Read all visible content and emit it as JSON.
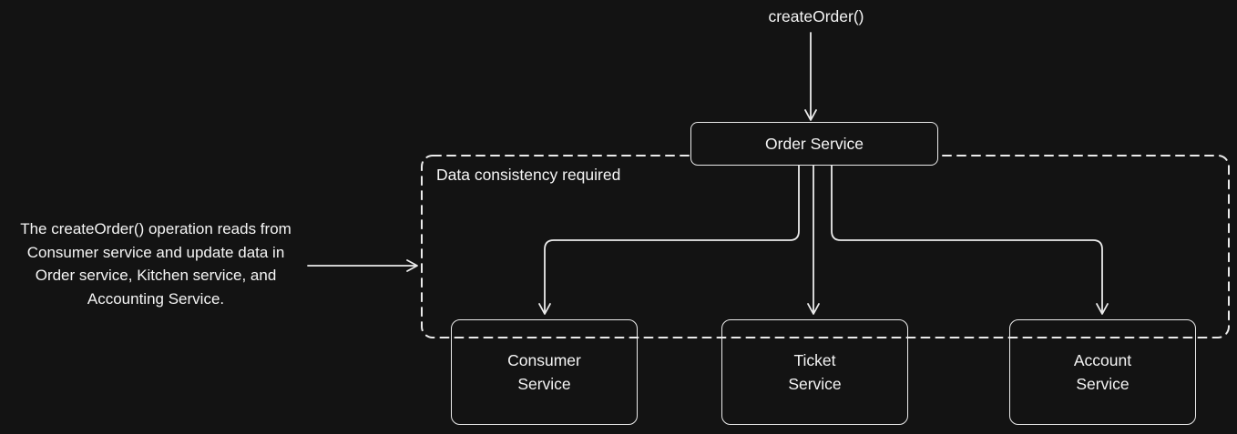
{
  "colors": {
    "background": "#131313",
    "stroke": "#ebebeb",
    "text": "#f5f5f5"
  },
  "top_label": "createOrder()",
  "annotation_text": "The createOrder() operation reads from\nConsumer service and update data in\nOrder service, Kitchen service, and\nAccounting Service.",
  "container": {
    "label": "Data consistency required"
  },
  "nodes": {
    "order": "Order Service",
    "consumer": "Consumer\nService",
    "ticket": "Ticket\nService",
    "account": "Account\nService"
  },
  "connectors": [
    {
      "from": "createOrder()",
      "to": "Order Service"
    },
    {
      "from": "annotation",
      "to": "Data consistency required"
    },
    {
      "from": "Order Service",
      "to": "Consumer Service"
    },
    {
      "from": "Order Service",
      "to": "Ticket Service"
    },
    {
      "from": "Order Service",
      "to": "Account Service"
    }
  ]
}
